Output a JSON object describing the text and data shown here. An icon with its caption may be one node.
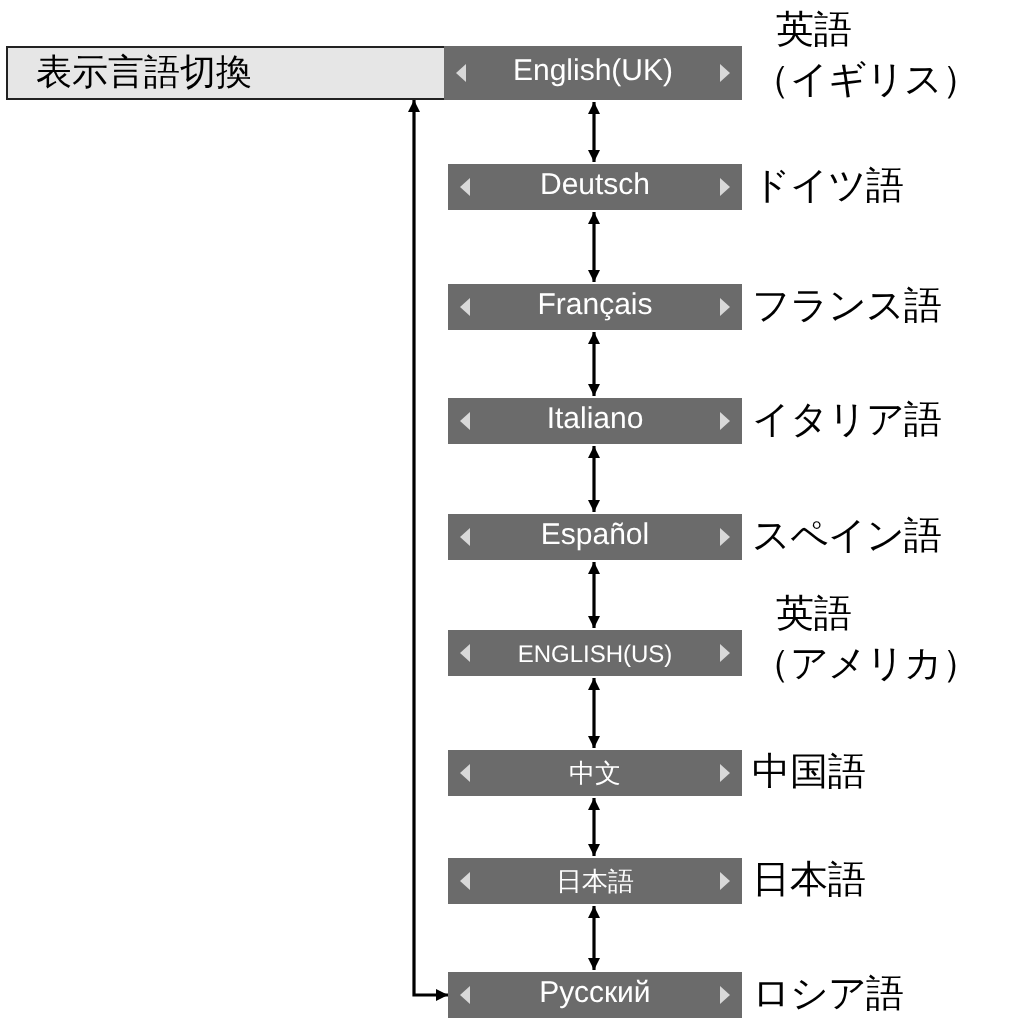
{
  "diagram": {
    "nodes": [
      {
        "text": [
          "表示言語切換"
        ]
      },
      {
        "text": [
          "English(UK)"
        ],
        "in": 0,
        "beside": [
          "英語",
          "（イギリス）"
        ]
      },
      {
        "text": [
          "Deutsch"
        ],
        "beside": [
          "ドイツ語"
        ]
      },
      {
        "text": [
          "Français"
        ],
        "beside": [
          "フランス語"
        ]
      },
      {
        "text": [
          "Italiano"
        ],
        "beside": [
          "イタリア語"
        ]
      },
      {
        "text": [
          "Español"
        ],
        "beside": [
          "スペイン語"
        ]
      },
      {
        "text": [
          "ENGLISH(US)"
        ],
        "beside": [
          "英語",
          "（アメリカ）"
        ]
      },
      {
        "text": [
          "中文"
        ],
        "beside": [
          "中国語"
        ]
      },
      {
        "text": [
          "日本語"
        ],
        "beside": [
          "日本語"
        ]
      },
      {
        "text": [
          "Русский"
        ],
        "beside": [
          "ロシア語"
        ]
      }
    ],
    "edges": [
      {
        "from": 1,
        "to": 2,
        "arrow": "both"
      },
      {
        "from": 2,
        "to": 3,
        "arrow": "both"
      },
      {
        "from": 3,
        "to": 4,
        "arrow": "both"
      },
      {
        "from": 4,
        "to": 5,
        "arrow": "both"
      },
      {
        "from": 5,
        "to": 6,
        "arrow": "both"
      },
      {
        "from": 6,
        "to": 7,
        "arrow": "both"
      },
      {
        "from": 7,
        "to": 8,
        "arrow": "both"
      },
      {
        "from": 8,
        "to": 9,
        "arrow": "both"
      },
      {
        "from": 0,
        "to": 9,
        "arrow": "both"
      }
    ]
  }
}
